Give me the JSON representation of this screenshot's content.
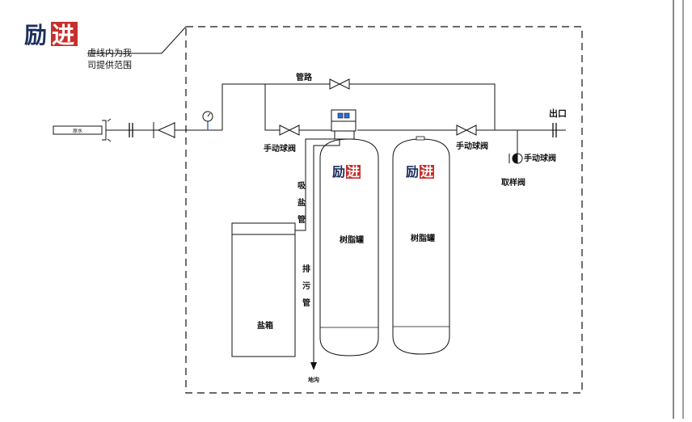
{
  "logo": {
    "part1": "励",
    "part2": "进",
    "accent": "#c6302c",
    "primary": "#1c2e5c"
  },
  "scope_note": {
    "line1": "虚线内为我",
    "line2": "司提供范围"
  },
  "labels": {
    "pipe_top": "管路",
    "outlet": "出口",
    "valve_left": "手动球阀",
    "valve_right": "手动球阀",
    "valve_sample": "手动球阀",
    "sample_valve": "取样阀",
    "salt_pipe": [
      "吸",
      "盐",
      "管"
    ],
    "drain_pipe": [
      "排",
      "污",
      "管"
    ],
    "resin_tank_1": "树脂罐",
    "resin_tank_2": "树脂罐",
    "salt_tank": "盐箱",
    "floor_drain": "地沟",
    "inlet": "原水"
  },
  "colors": {
    "line": "#111111",
    "gauge": "#2a6fd6"
  },
  "icons": [
    "pressure-gauge-icon",
    "ball-valve-icon",
    "check-valve-icon",
    "pump-icon",
    "flange-icon"
  ]
}
